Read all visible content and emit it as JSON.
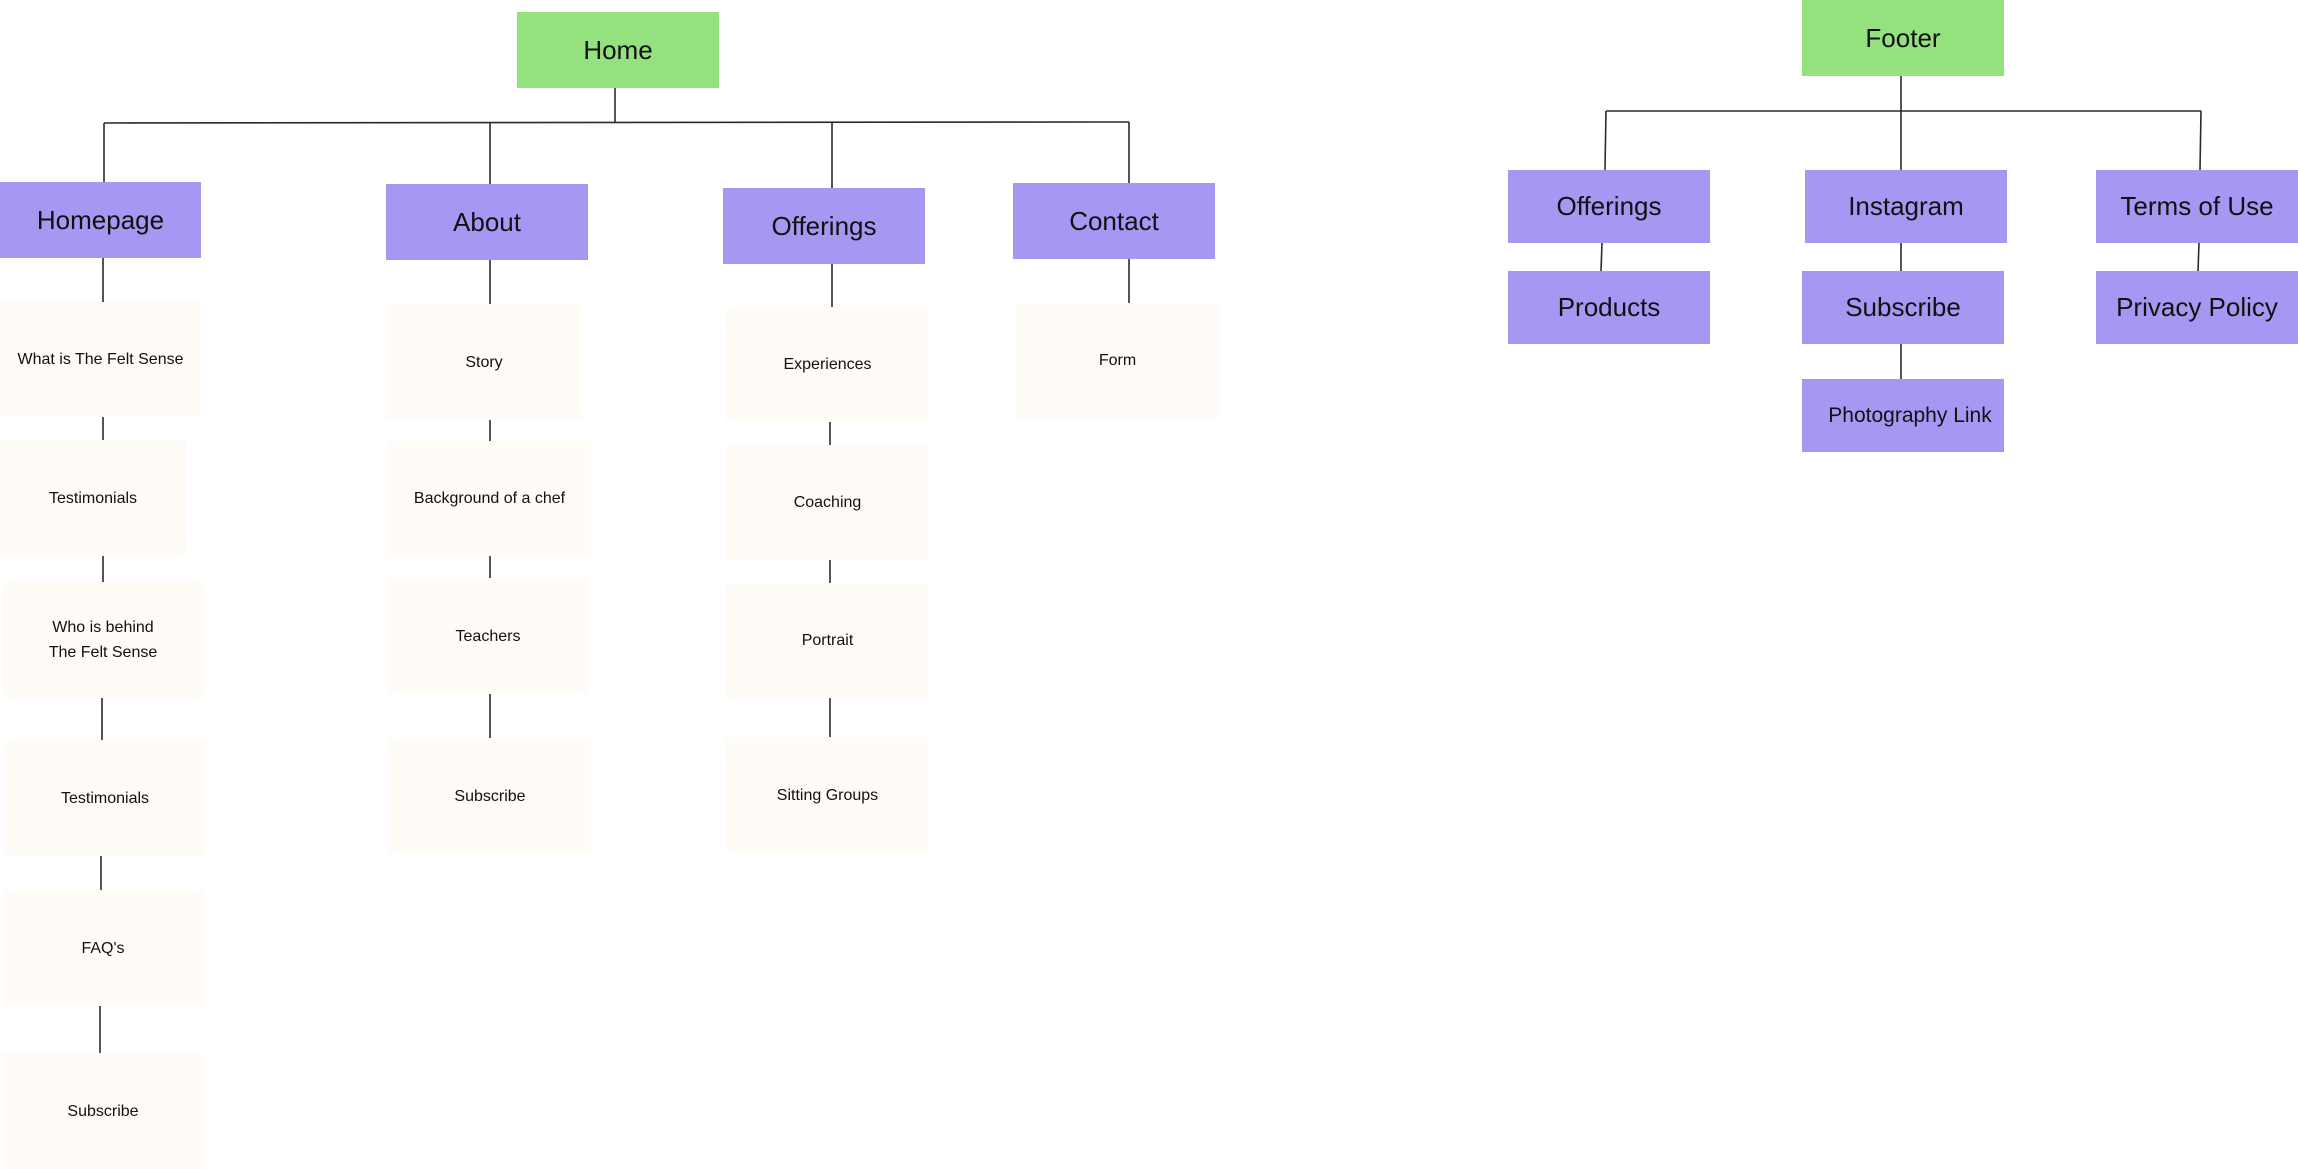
{
  "diagram": {
    "colors": {
      "root": "#94e27e",
      "section": "#a598f2",
      "page": "#fffbf6",
      "connector": "#2b2b2b"
    },
    "home": {
      "label": "Home",
      "sections": [
        {
          "label": "Homepage",
          "pages": [
            "What is The Felt Sense",
            "Testimonials",
            "Who is behind\nThe Felt Sense",
            "Testimonials",
            "FAQ's",
            "Subscribe"
          ]
        },
        {
          "label": "About",
          "pages": [
            "Story",
            "Background of a chef",
            "Teachers",
            "Subscribe"
          ]
        },
        {
          "label": "Offerings",
          "pages": [
            "Experiences",
            "Coaching",
            "Portrait",
            "Sitting Groups"
          ]
        },
        {
          "label": "Contact",
          "pages": [
            "Form"
          ]
        }
      ]
    },
    "footer": {
      "label": "Footer",
      "sections": [
        {
          "label": "Offerings",
          "children": [
            "Products"
          ]
        },
        {
          "label": "Instagram",
          "children": [
            "Subscribe",
            "Photography Link"
          ]
        },
        {
          "label": "Terms of Use",
          "children": [
            "Privacy Policy"
          ]
        }
      ]
    }
  }
}
